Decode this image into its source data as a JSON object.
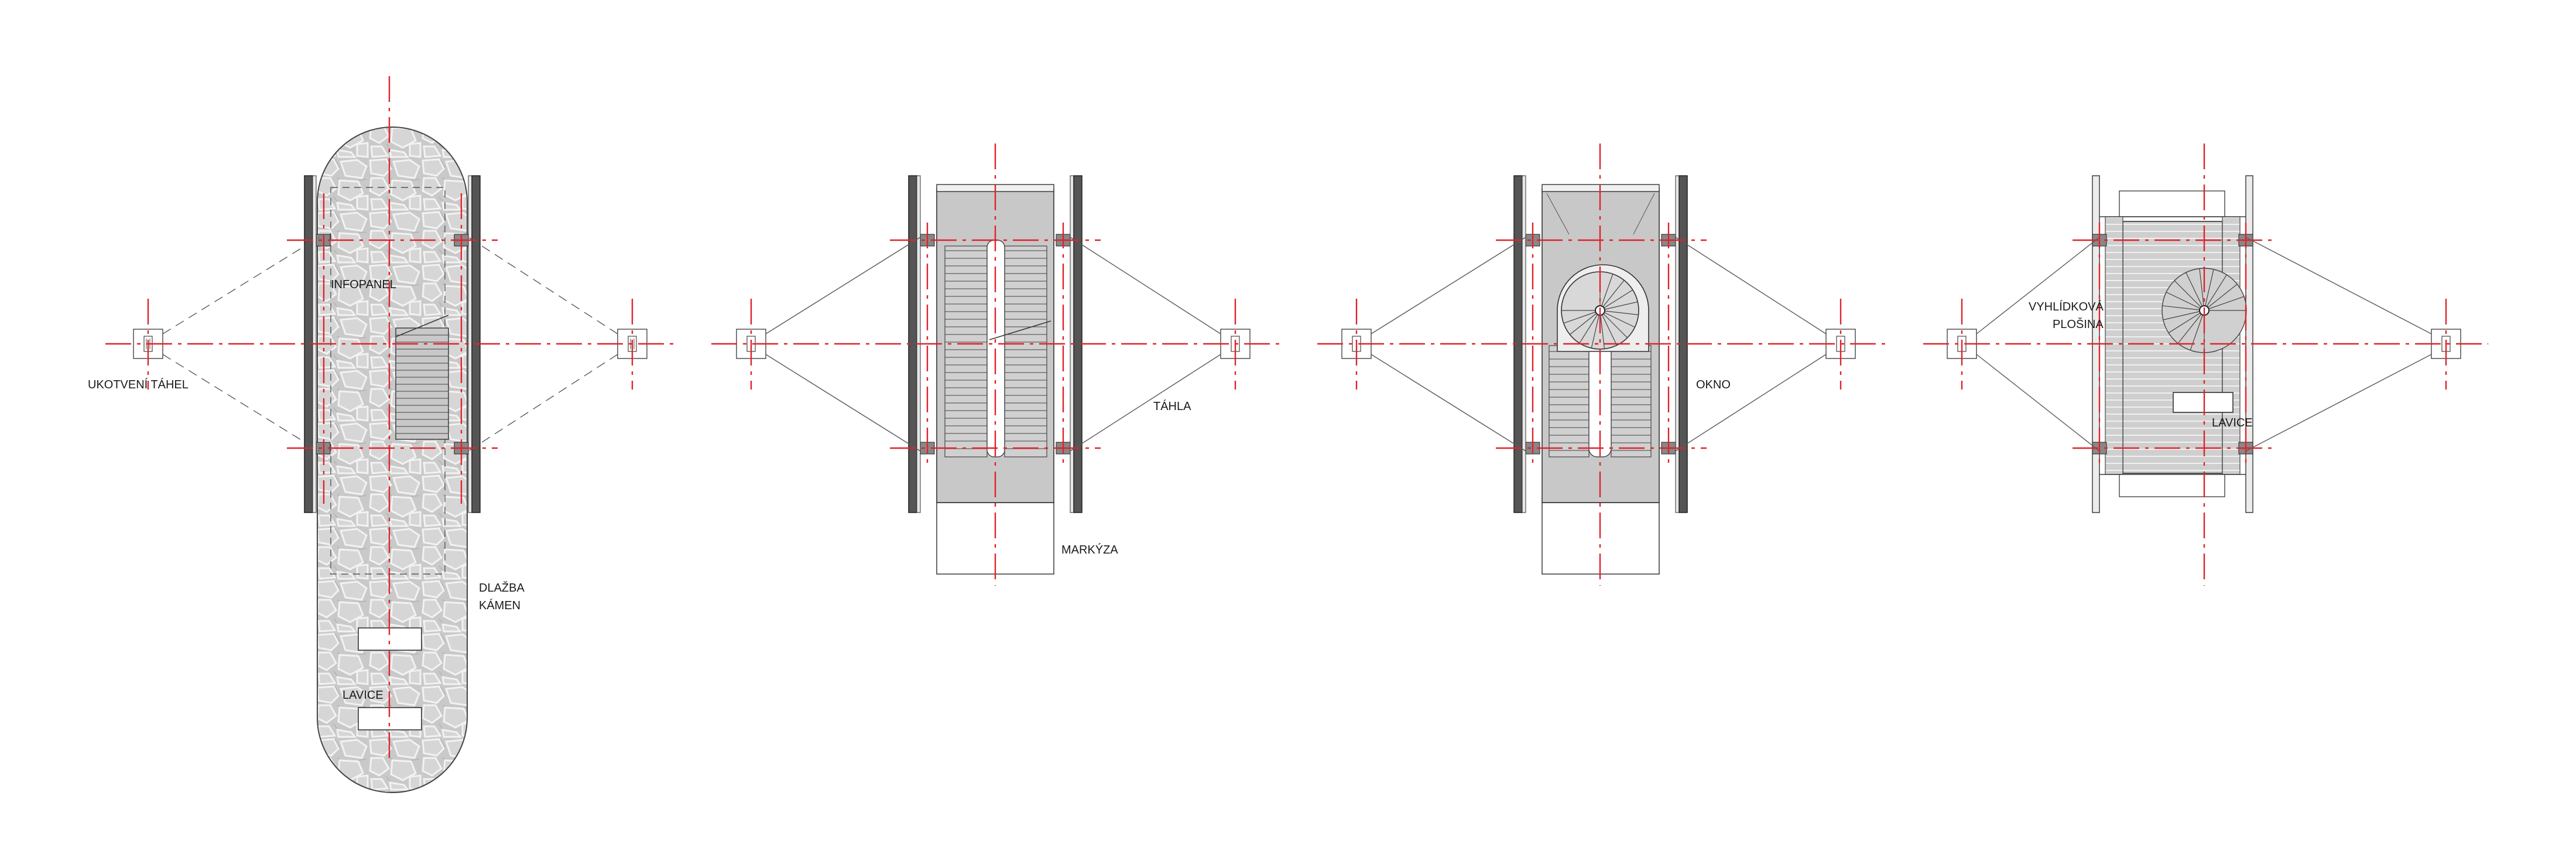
{
  "labels": {
    "ukotveni_tahel": "UKOTVENÍ TÁHEL",
    "infopanel": "INFOPANEL",
    "dlazba": "DLAŽBA",
    "kamen": "KÁMEN",
    "lavice_1": "LAVICE",
    "tahla": "TÁHLA",
    "markyza": "MARKÝZA",
    "okno": "OKNO",
    "vyhlidkova": "VYHLÍDKOVÁ",
    "plosina": "PLOŠINA",
    "lavice_4": "LAVICE"
  },
  "colors": {
    "axis": "#e0222a",
    "stone_paving": "#c9c9c9",
    "stair_fill": "#c8c8c8",
    "frame": "#555555"
  }
}
